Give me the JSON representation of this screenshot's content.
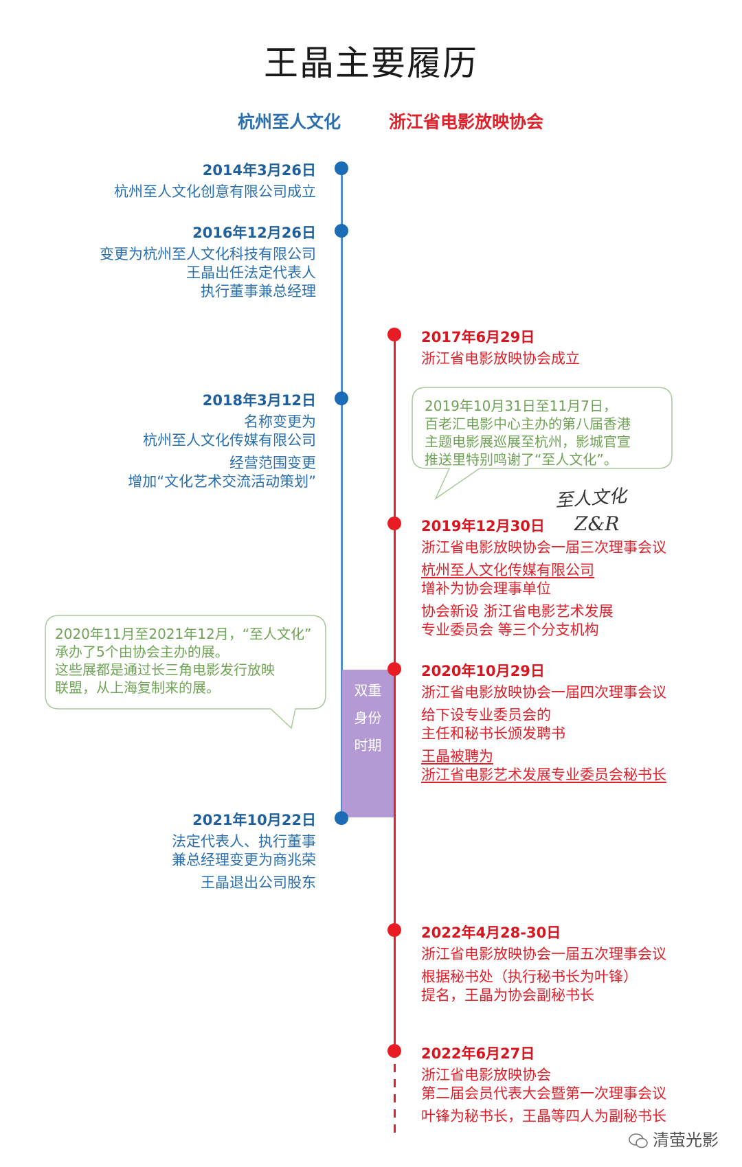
{
  "title": "王晶主要履历",
  "columns": {
    "left": "杭州至人文化",
    "right": "浙江省电影放映协会"
  },
  "left_events": [
    {
      "date": "2014年3月26日",
      "lines": [
        "杭州至人文化创意有限公司成立"
      ]
    },
    {
      "date": "2016年12月26日",
      "lines": [
        "变更为杭州至人文化科技有限公司",
        "王晶出任法定代表人",
        "执行董事兼总经理"
      ]
    },
    {
      "date": "2018年3月12日",
      "lines": [
        "名称变更为",
        "杭州至人文化传媒有限公司",
        "经营范围变更",
        "增加“文化艺术交流活动策划”"
      ]
    },
    {
      "date": "2021年10月22日",
      "lines": [
        "法定代表人、执行董事",
        "兼总经理变更为商兆荣",
        "王晶退出公司股东"
      ]
    }
  ],
  "right_events": [
    {
      "date": "2017年6月29日",
      "lines": [
        "浙江省电影放映协会成立"
      ]
    },
    {
      "date": "2019年12月30日",
      "lines": [
        "浙江省电影放映协会一届三次理事会议",
        "杭州至人文化传媒有限公司",
        "增补为协会理事单位",
        "协会新设 浙江省电影艺术发展",
        "专业委员会 等三个分支机构"
      ]
    },
    {
      "date": "2020年10月29日",
      "lines": [
        "浙江省电影放映协会一届四次理事会议",
        "给下设专业委员会的",
        "主任和秘书长颁发聘书",
        "王晶被聘为",
        "浙江省电影艺术发展专业委员会秘书长"
      ]
    },
    {
      "date": "2022年4月28-30日",
      "lines": [
        "浙江省电影放映协会一届五次理事会议",
        "根据秘书处（执行秘书长为叶锋）",
        "提名，王晶为协会副秘书长"
      ]
    },
    {
      "date": "2022年6月27日",
      "lines": [
        "浙江省电影放映协会",
        "第二届会员代表大会暨第一次理事会议",
        "叶锋为秘书长，王晶等四人为副秘书长"
      ]
    }
  ],
  "notes": [
    {
      "lines": [
        "2019年10月31日至11月7日，",
        "百老汇电影中心主办的第八届香港",
        "主题电影展巡展至杭州，影城官宣",
        "推送里特别鸣谢了“至人文化”。"
      ]
    },
    {
      "lines": [
        "2020年11月至2021年12月，“至人文化”",
        "承办了5个由协会主办的展。",
        "这些展都是通过长三角电影发行放映",
        "联盟，从上海复制来的展。"
      ]
    }
  ],
  "handwriting": {
    "line1": "至人文化",
    "line2": "Z&R"
  },
  "dual_period": [
    "双重",
    "身份",
    "时期"
  ],
  "watermark": "清萤光影",
  "colors": {
    "blue": "#1f5f9c",
    "red": "#d8141e",
    "purple": "#b39ad4",
    "note_green": "#6fa355"
  }
}
